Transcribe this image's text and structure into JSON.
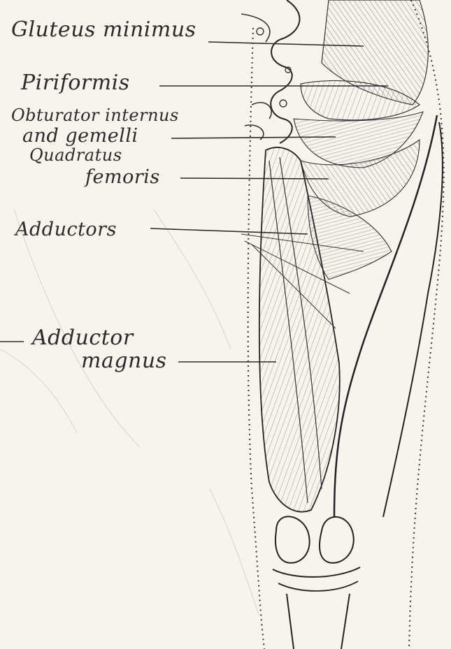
{
  "labels": {
    "gluteus_minimus": "Gluteus minimus",
    "piriformis": "Piriformis",
    "obturator_line1": "Obturator internus",
    "obturator_line2": "and gemelli",
    "quadratus_line1": "Quadratus",
    "quadratus_line2": "femoris",
    "adductors": "Adductors",
    "adductor_magnus_line1": "Adductor",
    "adductor_magnus_line2": "magnus"
  },
  "colors": {
    "paper": "#f7f4ee",
    "ink": "#2b2b2b",
    "faint_ink": "#d9d3c8"
  }
}
